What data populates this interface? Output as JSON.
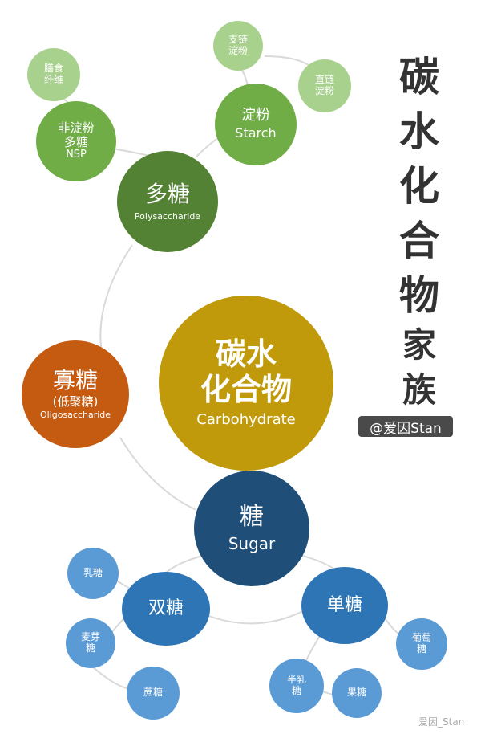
{
  "title_chars": [
    "碳",
    "水",
    "化",
    "合",
    "物",
    "家",
    "族"
  ],
  "author_badge": "@爱因Stan",
  "watermark": "爱因_Stan",
  "nodes": {
    "carbohydrate": {
      "l1": "碳水",
      "l2": "化合物",
      "en": "Carbohydrate"
    },
    "polysaccharide": {
      "zh": "多糖",
      "en": "Polysaccharide"
    },
    "oligosaccharide": {
      "zh": "寡糖",
      "sub": "(低聚糖)",
      "en": "Oligosaccharide"
    },
    "sugar": {
      "zh": "糖",
      "en": "Sugar"
    },
    "starch": {
      "zh": "淀粉",
      "en": "Starch"
    },
    "nsp": {
      "l1": "非淀粉",
      "l2": "多糖",
      "en": "NSP"
    },
    "fiber": {
      "l1": "膳食",
      "l2": "纤维"
    },
    "branched": {
      "l1": "支链",
      "l2": "淀粉"
    },
    "linear": {
      "l1": "直链",
      "l2": "淀粉"
    },
    "disaccharide": {
      "zh": "双糖"
    },
    "monosaccharide": {
      "zh": "单糖"
    },
    "lactose": {
      "zh": "乳糖"
    },
    "maltose": {
      "l1": "麦芽",
      "l2": "糖"
    },
    "sucrose": {
      "zh": "蔗糖"
    },
    "glucose": {
      "l1": "葡萄",
      "l2": "糖"
    },
    "galactose": {
      "l1": "半乳",
      "l2": "糖"
    },
    "fructose": {
      "zh": "果糖"
    }
  },
  "colors": {
    "center": "#c19a0b",
    "poly": "#548235",
    "green_mid": "#70ad47",
    "green_light": "#a9d18e",
    "oligo": "#c55a11",
    "sugar": "#1f4e79",
    "blue_mid": "#2e75b6",
    "blue_light": "#5b9bd5",
    "line": "#d9d9d9"
  }
}
